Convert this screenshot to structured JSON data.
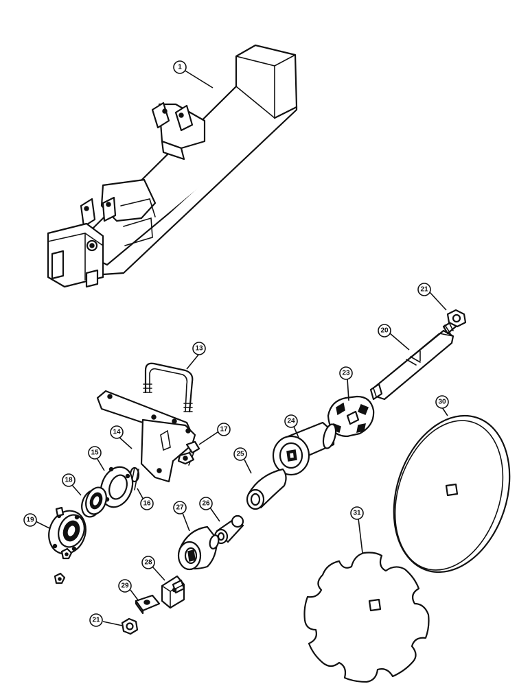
{
  "callouts": [
    {
      "id": "c1",
      "label": "1"
    },
    {
      "id": "c13",
      "label": "13"
    },
    {
      "id": "c14",
      "label": "14"
    },
    {
      "id": "c15",
      "label": "15"
    },
    {
      "id": "c16",
      "label": "16"
    },
    {
      "id": "c17",
      "label": "17"
    },
    {
      "id": "c18",
      "label": "18"
    },
    {
      "id": "c19",
      "label": "19"
    },
    {
      "id": "c20",
      "label": "20"
    },
    {
      "id": "c21a",
      "label": "21"
    },
    {
      "id": "c21b",
      "label": "21"
    },
    {
      "id": "c23",
      "label": "23"
    },
    {
      "id": "c24",
      "label": "24"
    },
    {
      "id": "c25",
      "label": "25"
    },
    {
      "id": "c26",
      "label": "26"
    },
    {
      "id": "c27",
      "label": "27"
    },
    {
      "id": "c28",
      "label": "28"
    },
    {
      "id": "c29",
      "label": "29"
    },
    {
      "id": "c30",
      "label": "30"
    },
    {
      "id": "c31",
      "label": "31"
    }
  ]
}
